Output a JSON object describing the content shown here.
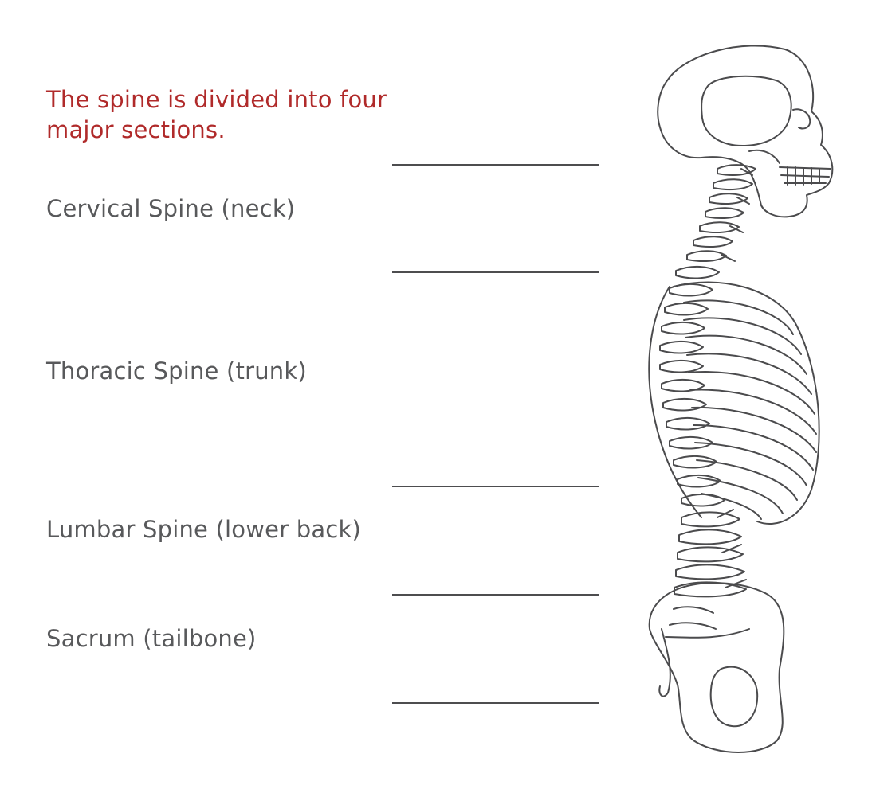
{
  "title": "The spine is divided into four major sections.",
  "sections": [
    {
      "label": "Cervical Spine (neck)"
    },
    {
      "label": "Thoracic Spine (trunk)"
    },
    {
      "label": "Lumbar Spine (lower back)"
    },
    {
      "label": "Sacrum (tailbone)"
    }
  ],
  "colors": {
    "heading": "#b02a2a",
    "text": "#58595b",
    "lines": "#4d4d4f"
  }
}
